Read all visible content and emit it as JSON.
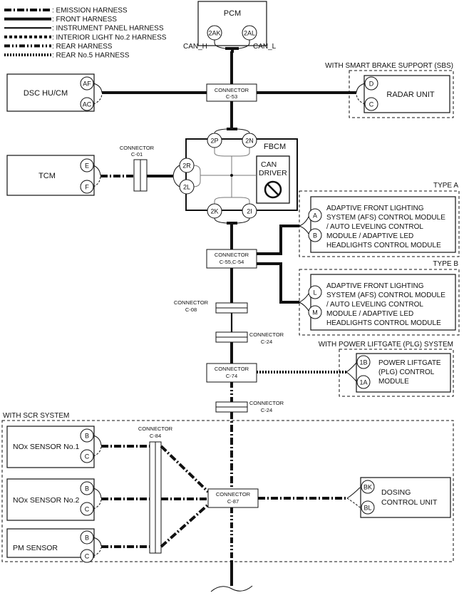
{
  "legend": [
    {
      "label": ": EMISSION HARNESS",
      "style": "w-emis"
    },
    {
      "label": ": FRONT HARNESS",
      "style": "w-front"
    },
    {
      "label": ": INSTRUMENT PANEL HARNESS",
      "style": "w-ip"
    },
    {
      "label": ": INTERIOR LIGHT No.2 HARNESS",
      "style": "w-int"
    },
    {
      "label": ": REAR HARNESS",
      "style": "w-rear"
    },
    {
      "label": ": REAR No.5 HARNESS",
      "style": "w-rear5"
    }
  ],
  "pcm": {
    "label": "PCM",
    "pin_left": "2AK",
    "pin_right": "2AL",
    "can_h": "CAN_H",
    "can_l": "CAN_L"
  },
  "dsc": {
    "label": "DSC HU/CM",
    "pin_top": "AF",
    "pin_bottom": "AC"
  },
  "sbs": {
    "caption": "WITH SMART BRAKE SUPPORT (SBS)",
    "label": "RADAR UNIT",
    "pin_top": "D",
    "pin_bottom": "C"
  },
  "tcm": {
    "label": "TCM",
    "pin_top": "E",
    "pin_bottom": "F"
  },
  "fbcm": {
    "label": "FBCM",
    "can_driver_1": "CAN",
    "can_driver_2": "DRIVER",
    "pins": {
      "top_left": "2P",
      "top_right": "2N",
      "mid_top": "2R",
      "mid_bottom": "2L",
      "bot_left": "2K",
      "bot_right": "2I"
    }
  },
  "connectors": {
    "c53": {
      "line1": "CONNECTOR",
      "line2": "C-53"
    },
    "c01": {
      "line1": "CONNECTOR",
      "line2": "C-01"
    },
    "c55": {
      "line1": "CONNECTOR",
      "line2": "C-55,C-54"
    },
    "c08": {
      "line1": "CONNECTOR",
      "line2": "C-08"
    },
    "c24a": {
      "line1": "CONNECTOR",
      "line2": "C-24"
    },
    "c74": {
      "line1": "CONNECTOR",
      "line2": "C-74"
    },
    "c24b": {
      "line1": "CONNECTOR",
      "line2": "C-24"
    },
    "c84": {
      "line1": "CONNECTOR",
      "line2": "C-84"
    },
    "c87": {
      "line1": "CONNECTOR",
      "line2": "C-87"
    }
  },
  "type_a": {
    "caption": "TYPE A",
    "pin_top": "A",
    "pin_bottom": "B",
    "lines": [
      "ADAPTIVE FRONT LIGHTING",
      "SYSTEM (AFS) CONTROL MODULE",
      "/ AUTO LEVELING CONTROL",
      "MODULE / ADAPTIVE LED",
      "HEADLIGHTS CONTROL MODULE"
    ]
  },
  "type_b": {
    "caption": "TYPE B",
    "pin_top": "L",
    "pin_bottom": "M",
    "lines": [
      "ADAPTIVE FRONT LIGHTING",
      "SYSTEM (AFS) CONTROL MODULE",
      "/ AUTO LEVELING CONTROL",
      "MODULE / ADAPTIVE LED",
      "HEADLIGHTS CONTROL MODULE"
    ]
  },
  "plg": {
    "caption": "WITH POWER LIFTGATE (PLG) SYSTEM",
    "pin_top": "1B",
    "pin_bottom": "1A",
    "lines": [
      "POWER LIFTGATE",
      "(PLG) CONTROL",
      "MODULE"
    ]
  },
  "scr": {
    "caption": "WITH SCR SYSTEM"
  },
  "nox1": {
    "label": "NOx SENSOR No.1",
    "pin_top": "B",
    "pin_bottom": "C"
  },
  "nox2": {
    "label": "NOx SENSOR No.2",
    "pin_top": "B",
    "pin_bottom": "C"
  },
  "pm": {
    "label": "PM SENSOR",
    "pin_top": "B",
    "pin_bottom": "C"
  },
  "dosing": {
    "line1": "DOSING",
    "line2": "CONTROL UNIT",
    "pin_top": "BK",
    "pin_bottom": "BL"
  }
}
